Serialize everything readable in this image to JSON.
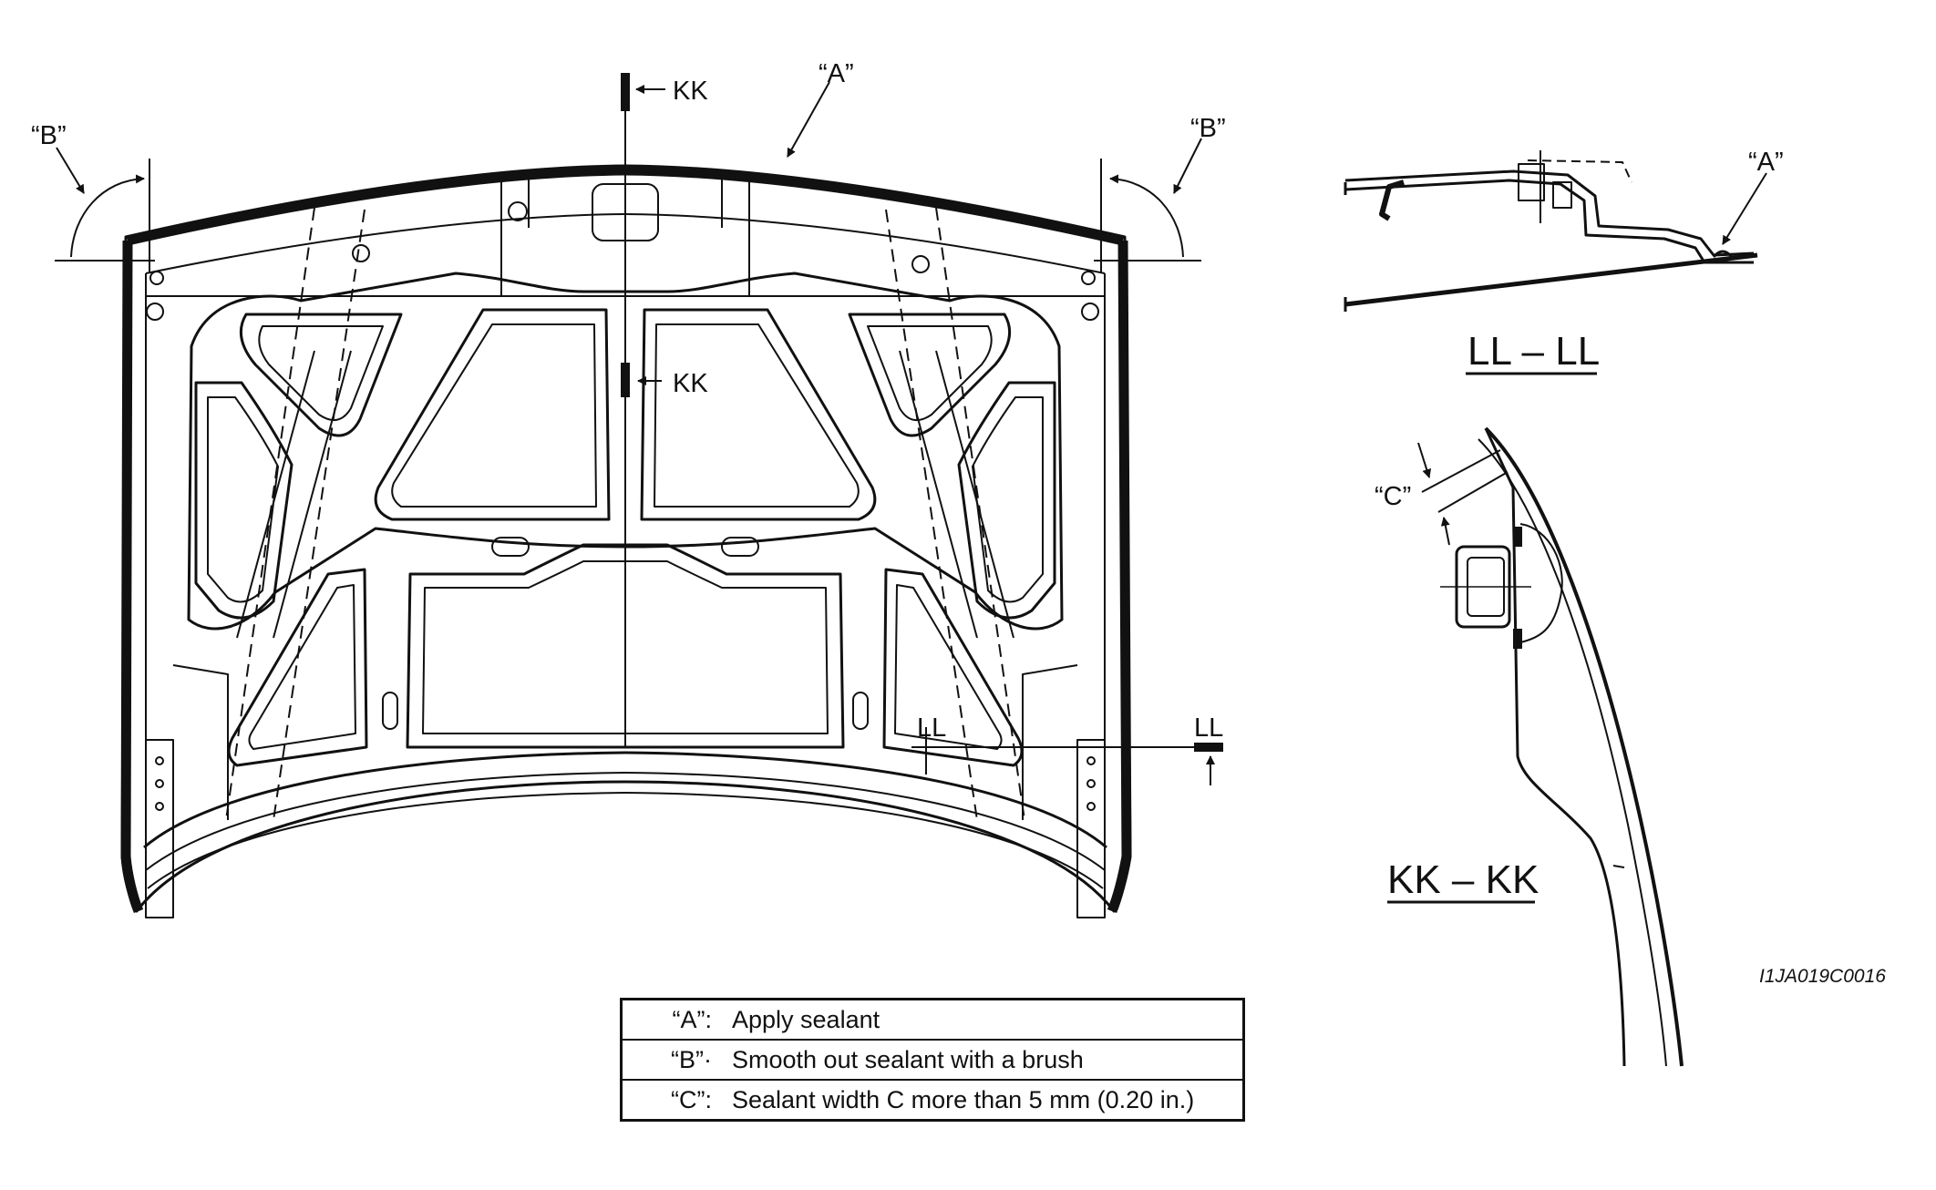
{
  "diagram": {
    "callouts": {
      "a_hood": "“A”",
      "a_section": "“A”",
      "b_left": "“B”",
      "b_right": "“B”",
      "c": "“C”"
    },
    "cut_marks": {
      "kk_top": "KK",
      "kk_mid": "KK",
      "ll_inner": "LL",
      "ll_outer": "LL"
    },
    "section_titles": {
      "ll": "LL – LL",
      "kk": "KK – KK"
    },
    "figure_code": "I1JA019C0016"
  },
  "legend": {
    "rows": [
      {
        "key": "“A”:",
        "text": "Apply sealant"
      },
      {
        "key": "“B”·",
        "text": "Smooth out sealant with a brush"
      },
      {
        "key": "“C”:",
        "text": "Sealant width C more than 5 mm (0.20 in.)"
      }
    ]
  }
}
